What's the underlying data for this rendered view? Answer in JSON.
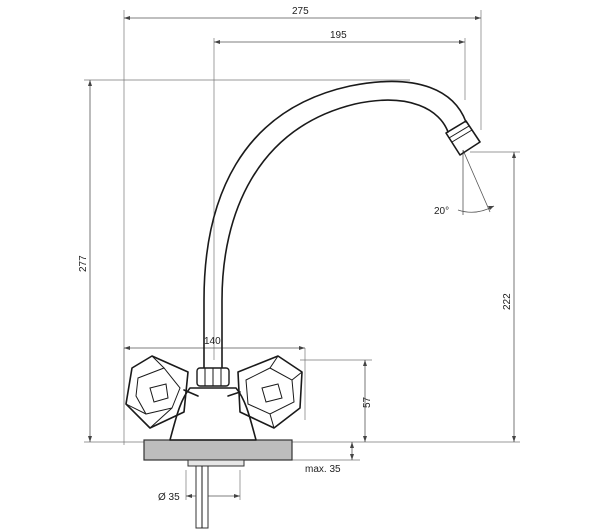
{
  "dimensions": {
    "width_total": "275",
    "reach": "195",
    "height_total": "277",
    "spout_height": "222",
    "handle_spacing": "140",
    "base_height": "57",
    "max_counter": "max. 35",
    "hole_diameter": "Ø 35",
    "spout_angle": "20°"
  }
}
